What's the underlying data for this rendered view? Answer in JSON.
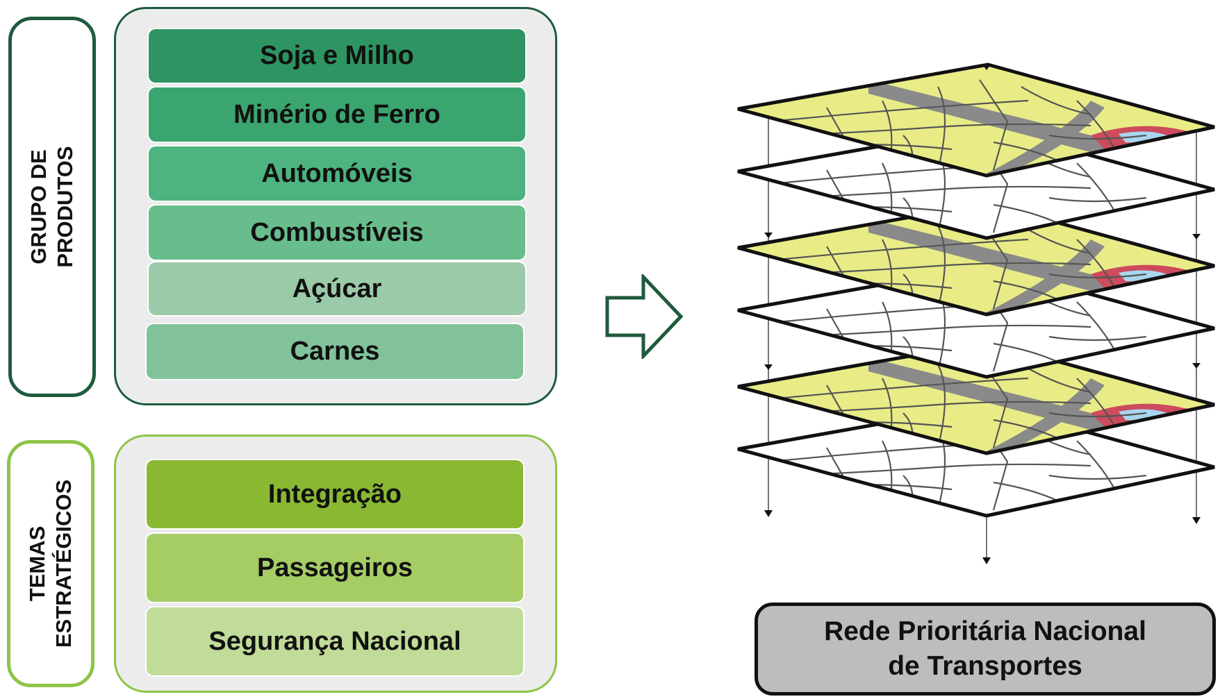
{
  "products": {
    "label": "GRUPO DE\nPRODUTOS",
    "items": [
      {
        "label": "Soja e Milho",
        "color": "#2e9462"
      },
      {
        "label": "Minério de Ferro",
        "color": "#3ba570"
      },
      {
        "label": "Automóveis",
        "color": "#4db37f"
      },
      {
        "label": "Combustíveis",
        "color": "#68bd8c"
      },
      {
        "label": "Açúcar",
        "color": "#9bcaa9"
      },
      {
        "label": "Carnes",
        "color": "#82c29b"
      }
    ],
    "border_color": "#1f5a3c"
  },
  "themes": {
    "label": "TEMAS\nESTRATÉGICOS",
    "items": [
      {
        "label": "Integração",
        "color": "#8ab833"
      },
      {
        "label": "Passageiros",
        "color": "#a6cd64"
      },
      {
        "label": "Segurança Nacional",
        "color": "#c0dc98"
      }
    ],
    "border_color": "#8dc446"
  },
  "arrow_icon": "arrow-right-icon",
  "layers_icon": "stacked-map-layers-icon",
  "result": {
    "line1": "Rede Prioritária Nacional",
    "line2": "de Transportes"
  }
}
